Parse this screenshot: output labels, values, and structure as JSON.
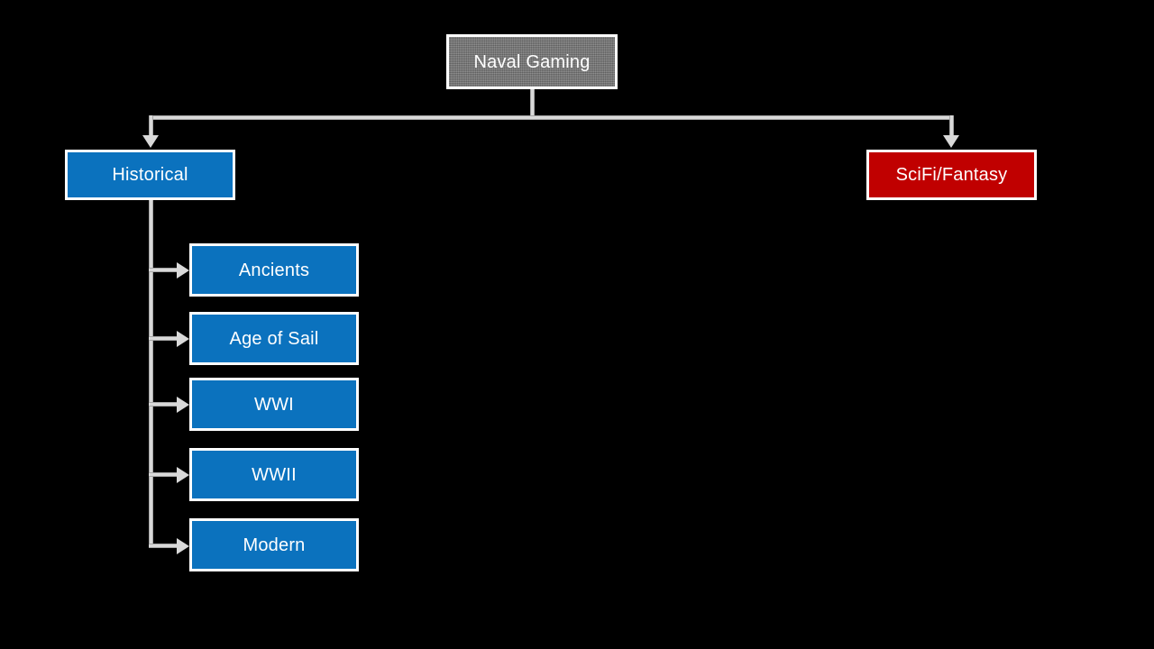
{
  "diagram": {
    "title": "Naval Gaming",
    "background_color": "#000000",
    "colors": {
      "root_fill": "#767676",
      "blue_fill": "#0b72be",
      "red_fill": "#c00000",
      "border": "#ffffff",
      "connector": "#d9d9d9",
      "text": "#ffffff"
    },
    "nodes": {
      "root": {
        "label": "Naval Gaming"
      },
      "historical": {
        "label": "Historical"
      },
      "scifi": {
        "label": "SciFi/Fantasy"
      },
      "children": [
        {
          "label": "Ancients"
        },
        {
          "label": "Age of Sail"
        },
        {
          "label": "WWI"
        },
        {
          "label": "WWII"
        },
        {
          "label": "Modern"
        }
      ]
    }
  }
}
